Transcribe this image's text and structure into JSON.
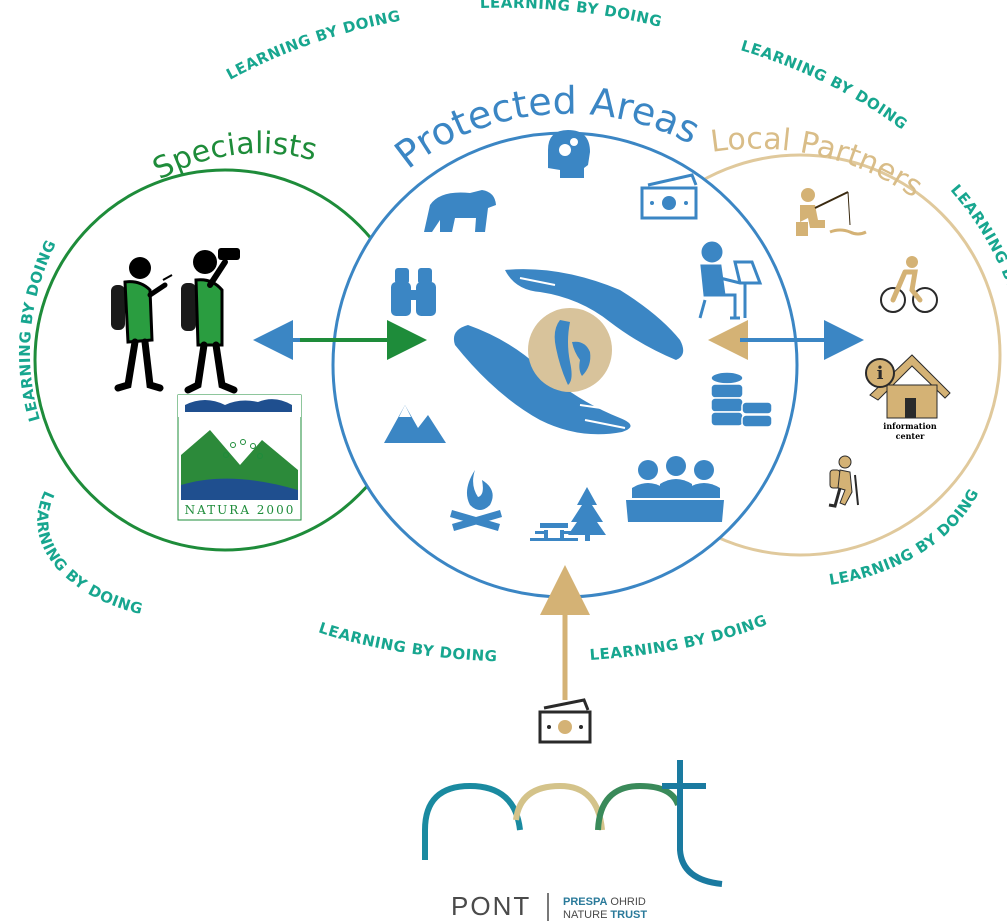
{
  "diagram": {
    "repeat_label": "LEARNING BY DOING",
    "circles": {
      "specialists": {
        "title": "Specialists",
        "color": "#1e8c3a"
      },
      "protected_areas": {
        "title": "Protected Areas",
        "color": "#3b86c4"
      },
      "local_partners": {
        "title": "Local Partners",
        "color": "#d9bd88"
      }
    },
    "specialists_badge": {
      "text": "NATURA 2000"
    },
    "information_center": {
      "line1": "information",
      "line2": "center"
    },
    "colors": {
      "learning_text": "#17a68f",
      "green": "#1e8c3a",
      "blue": "#3b86c4",
      "tan": "#d4b275",
      "globe": "#d8c39b"
    }
  },
  "logo": {
    "name": "PONT",
    "line1_a": "PRESPA",
    "line1_b": "OHRID",
    "line2_a": "NATURE",
    "line2_b": "TRUST"
  }
}
